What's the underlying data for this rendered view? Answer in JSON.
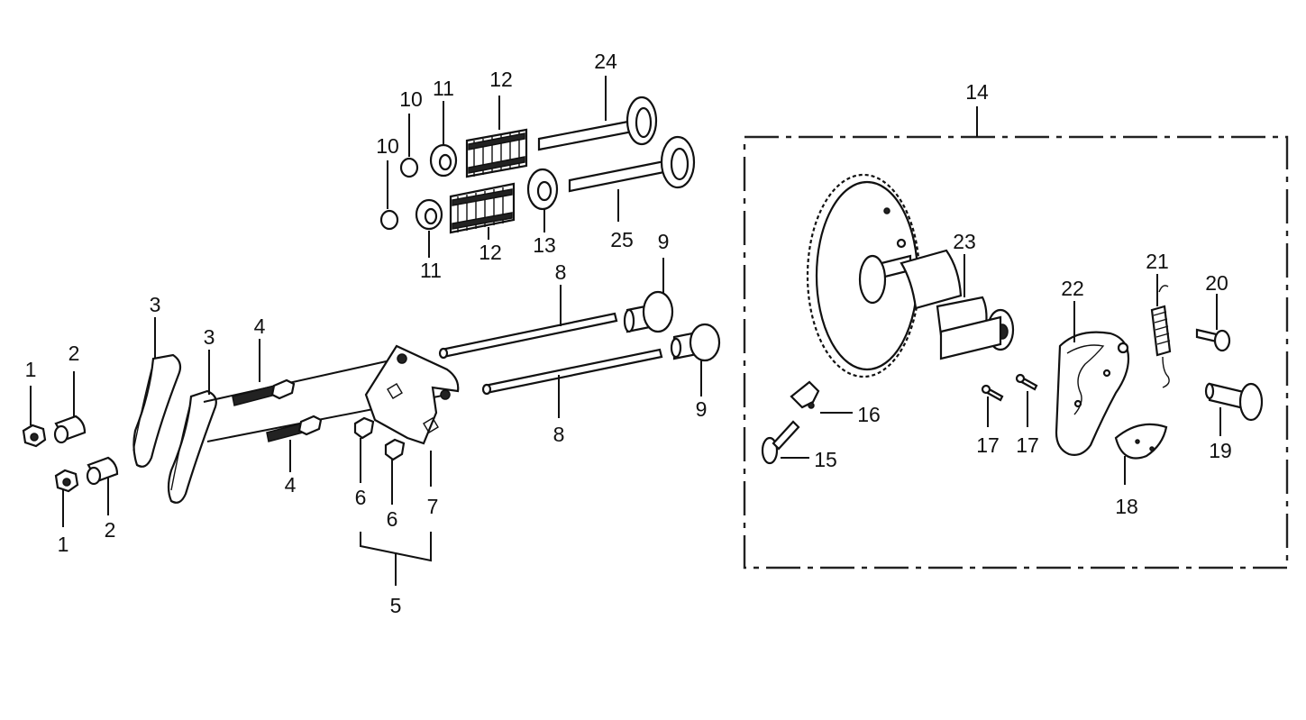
{
  "diagram": {
    "callouts": {
      "c1a": "1",
      "c1b": "1",
      "c2a": "2",
      "c2b": "2",
      "c3a": "3",
      "c3b": "3",
      "c4a": "4",
      "c4b": "4",
      "c5": "5",
      "c6a": "6",
      "c6b": "6",
      "c7": "7",
      "c8a": "8",
      "c8b": "8",
      "c9a": "9",
      "c9b": "9",
      "c10a": "10",
      "c10b": "10",
      "c11a": "11",
      "c11b": "11",
      "c12a": "12",
      "c12b": "12",
      "c13": "13",
      "c14": "14",
      "c15": "15",
      "c16": "16",
      "c17a": "17",
      "c17b": "17",
      "c18": "18",
      "c19": "19",
      "c20": "20",
      "c21": "21",
      "c22": "22",
      "c23": "23",
      "c24": "24",
      "c25": "25"
    }
  }
}
